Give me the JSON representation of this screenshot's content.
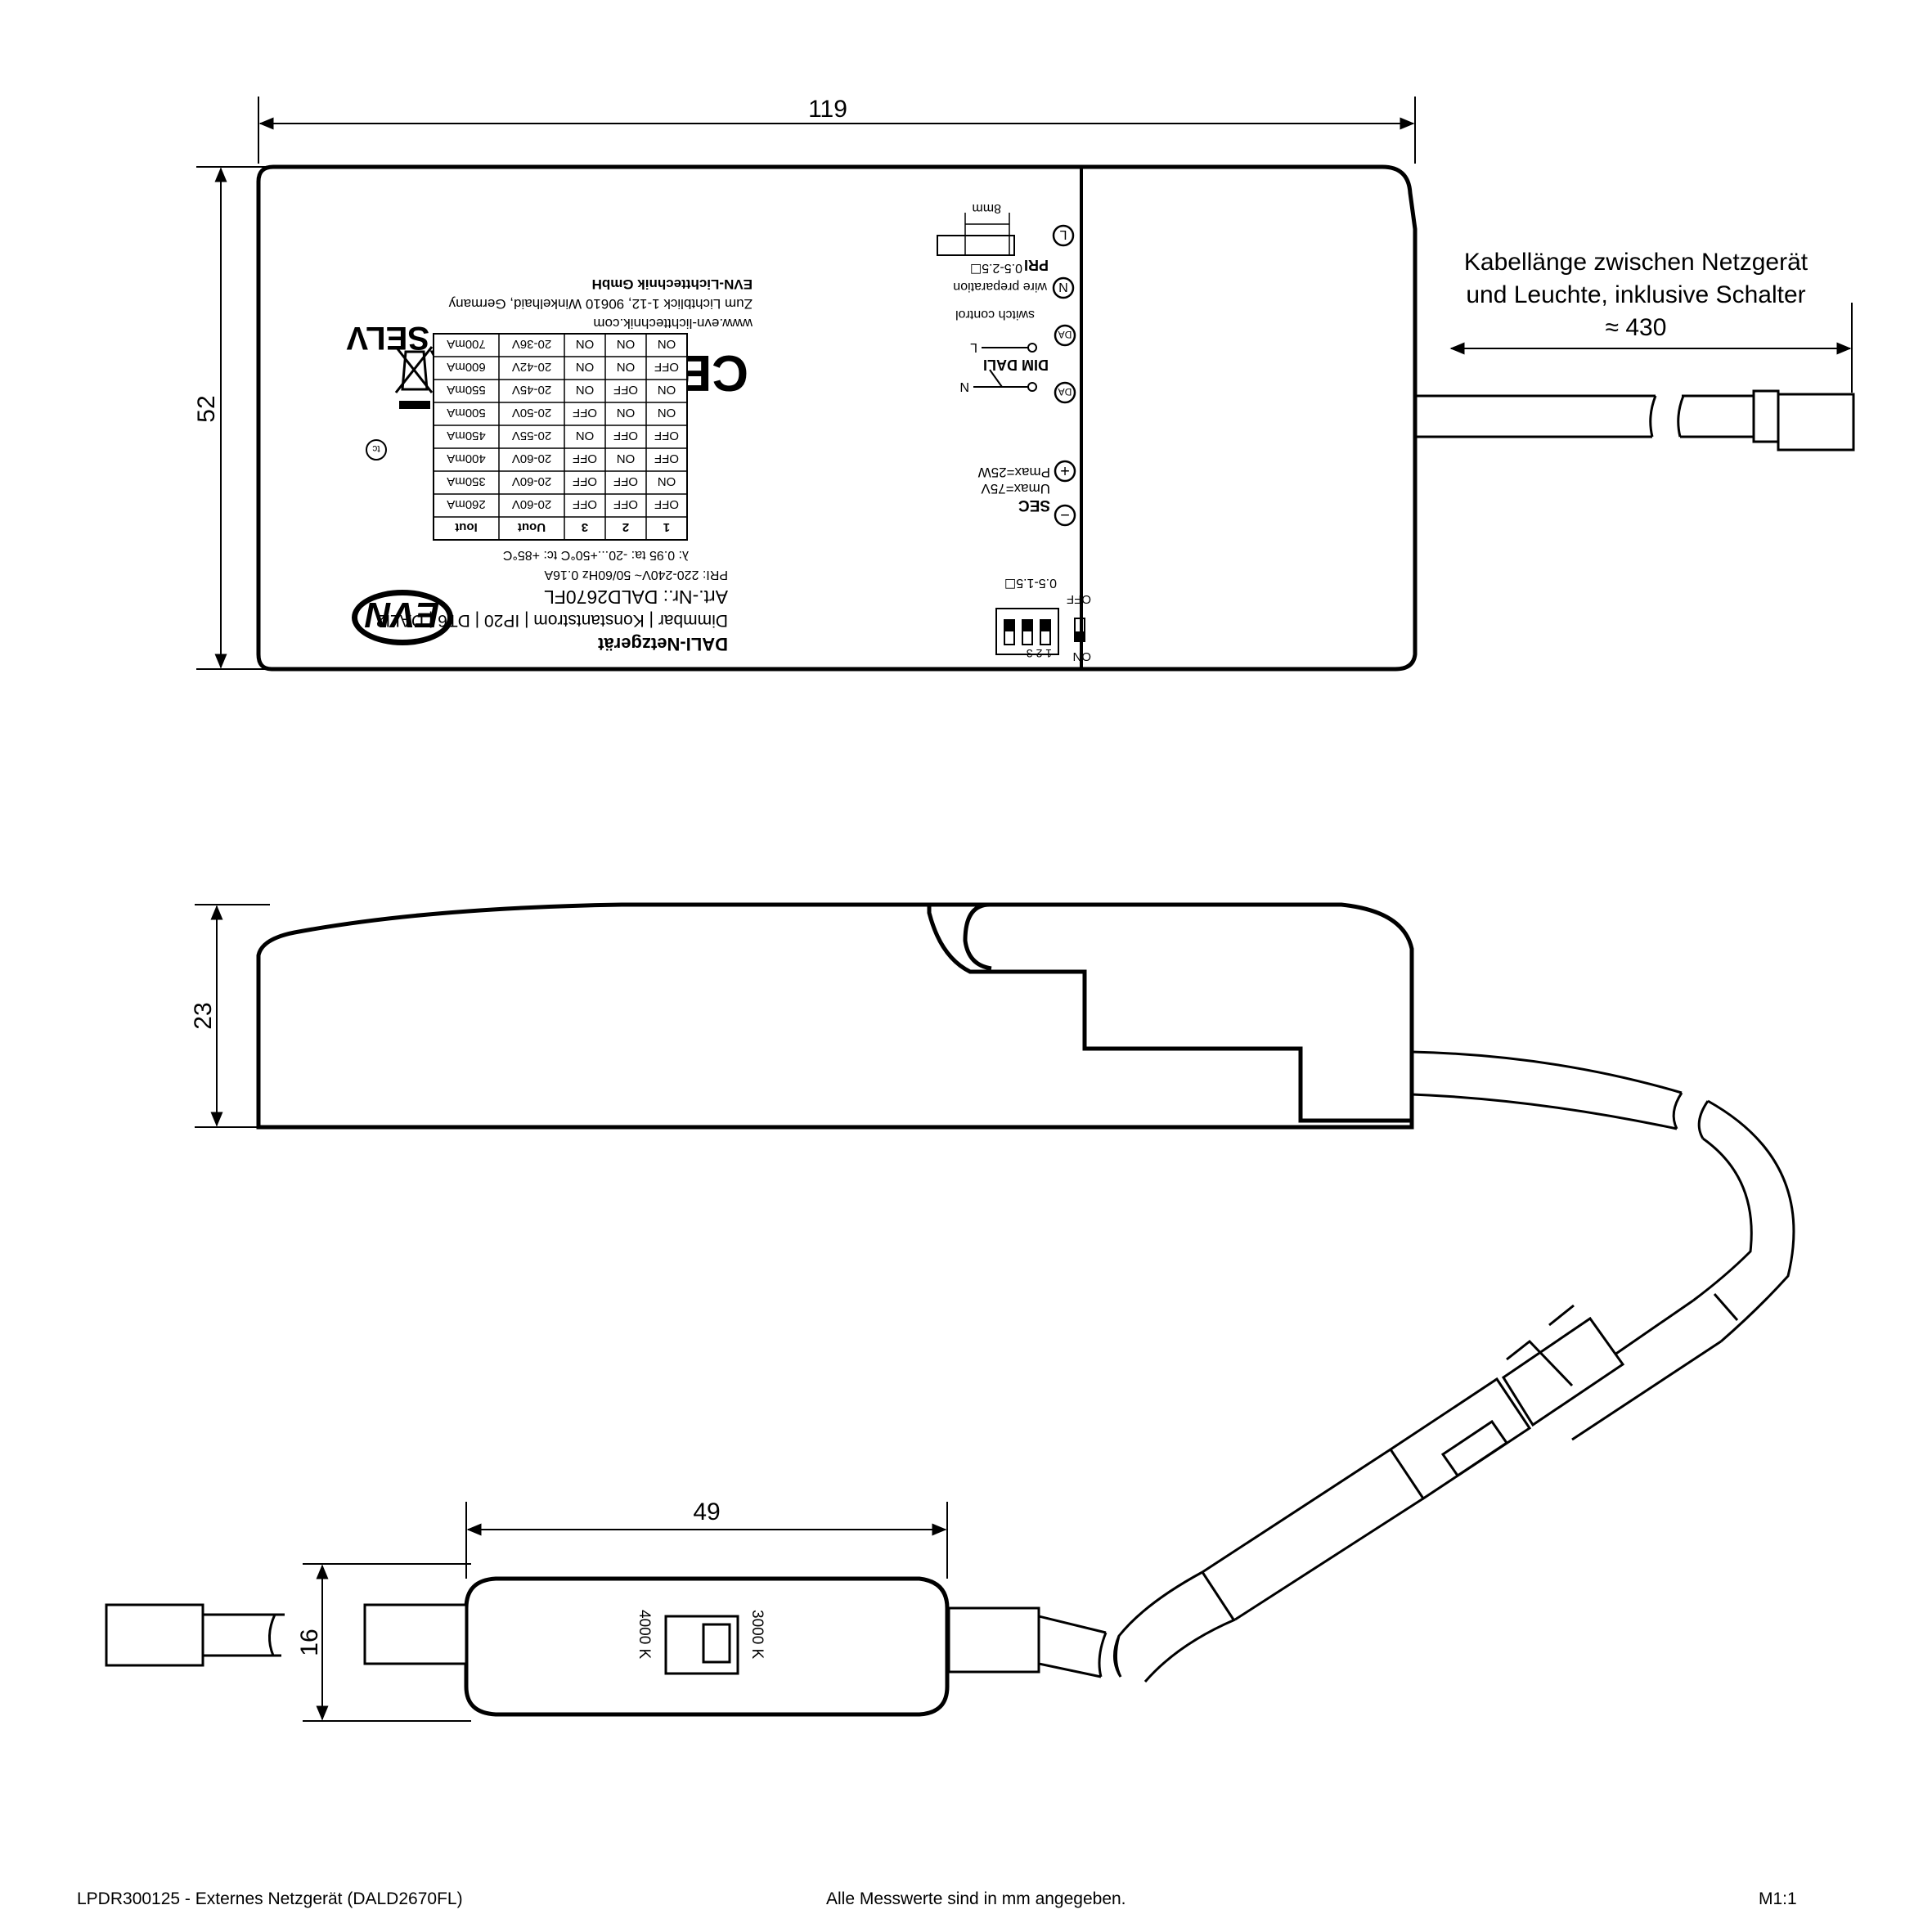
{
  "dimensions": {
    "width_top": "119",
    "height_top": "52",
    "height_side": "23",
    "switch_width": "49",
    "switch_height": "16"
  },
  "cable_note": {
    "line1": "Kabellänge zwischen Netzgerät",
    "line2": "und Leuchte, inklusive Schalter",
    "line3": "≈ 430"
  },
  "label": {
    "title": "DALI-Netzgerät",
    "features": "Dimmbar | Konstantstrom | IP20 | DT6 | DALI2",
    "art_nr": "Art.-Nr.: DALD2670FL",
    "pri_spec": "PRI: 220-240V~ 50/60Hz  0.16A",
    "lambda_spec": "λ: 0.95  ta: -20...+50°C  tc: +85°C",
    "company": "EVN-Lichttechnik GmbH",
    "address": "Zum Lichtblick 1-12, 90610 Winkelhaid, Germany",
    "website": "www.evn-lichttechnik.com",
    "selv": "SELV",
    "logo": "EVN",
    "sec": "SEC",
    "umax": "Umax=75V",
    "pmax": "Pmax=25W",
    "dim_dali": "DIM DALI",
    "switch_control": "switch control",
    "pri": "PRI",
    "wire_prep": "wire preparation",
    "wire_length": "8mm",
    "wire_section_pri": "0.5-2.5☐",
    "wire_section_sec": "0.5-1.5☐",
    "dip_off": "OFF",
    "dip_on": "ON",
    "dip_numbers": "1  2  3",
    "symbol_l": "L",
    "symbol_n": "N",
    "symbol_da": "DA",
    "symbol_plus": "+",
    "symbol_minus": "−",
    "symbol_ce": "CE",
    "table": {
      "headers": [
        "1",
        "2",
        "3",
        "Uout",
        "Iout"
      ],
      "rows": [
        [
          "OFF",
          "OFF",
          "OFF",
          "20-60V",
          "260mA"
        ],
        [
          "ON",
          "OFF",
          "OFF",
          "20-60V",
          "350mA"
        ],
        [
          "OFF",
          "ON",
          "OFF",
          "20-60V",
          "400mA"
        ],
        [
          "OFF",
          "OFF",
          "ON",
          "20-55V",
          "450mA"
        ],
        [
          "ON",
          "ON",
          "OFF",
          "20-50V",
          "500mA"
        ],
        [
          "ON",
          "OFF",
          "ON",
          "20-45V",
          "550mA"
        ],
        [
          "OFF",
          "ON",
          "ON",
          "20-42V",
          "600mA"
        ],
        [
          "ON",
          "ON",
          "ON",
          "20-36V",
          "700mA"
        ]
      ]
    }
  },
  "cct_switch": {
    "left": "4000 K",
    "right": "3000 K"
  },
  "footer": {
    "left": "LPDR300125 - Externes Netzgerät (DALD2670FL)",
    "center": "Alle Messwerte sind in mm angegeben.",
    "right": "M1:1"
  }
}
